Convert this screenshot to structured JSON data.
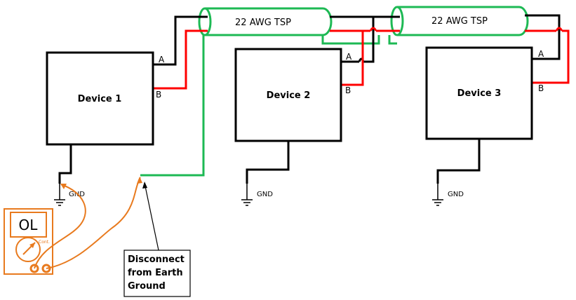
{
  "colors": {
    "wire_a": "#000000",
    "wire_b": "#ff0000",
    "shield": "#1db954",
    "meter": "#e87a1e"
  },
  "devices": [
    {
      "label": "Device 1",
      "pin_a": "A",
      "pin_b": "B",
      "ground": "GND"
    },
    {
      "label": "Device 2",
      "pin_a": "A",
      "pin_b": "B",
      "ground": "GND"
    },
    {
      "label": "Device 3",
      "pin_a": "A",
      "pin_b": "B",
      "ground": "GND"
    }
  ],
  "cables": [
    {
      "label": "22 AWG TSP"
    },
    {
      "label": "22 AWG TSP"
    }
  ],
  "meter": {
    "display": "OL",
    "mode": "Cont."
  },
  "note": {
    "lines": [
      "Disconnect",
      "from Earth",
      "Ground"
    ]
  }
}
